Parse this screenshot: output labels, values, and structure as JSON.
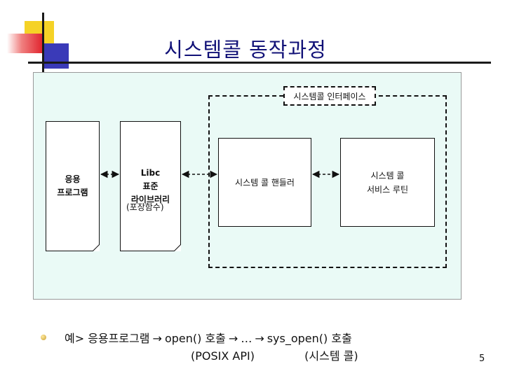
{
  "slide": {
    "title": "시스템콜 동작과정",
    "page_number": "5"
  },
  "diagram": {
    "interface_label": "시스템콜 인터페이스",
    "app_program": {
      "line1": "응용",
      "line2": "프로그램"
    },
    "libc": {
      "line1": "Libc",
      "line2": "표준",
      "line3": "라이브러리"
    },
    "wrapper_note": "(포장함수)",
    "handler": {
      "line1": "시스템 콜 핸들러"
    },
    "service_routine": {
      "line1": "시스템 콜",
      "line2": "서비스 루틴"
    }
  },
  "example": {
    "line1_parts": [
      "예> 응용프로그램",
      "open() 호출",
      "…",
      "sys_open() 호출"
    ],
    "arrow_icon": "right-arrow-icon",
    "line2": "(POSIX API)              (시스템 콜)"
  },
  "colors": {
    "title": "#111177",
    "panel_bg": "#eafaf6",
    "deco_yellow": "#f5d226",
    "deco_red": "#e0202a",
    "deco_blue": "#3a3ab8"
  }
}
